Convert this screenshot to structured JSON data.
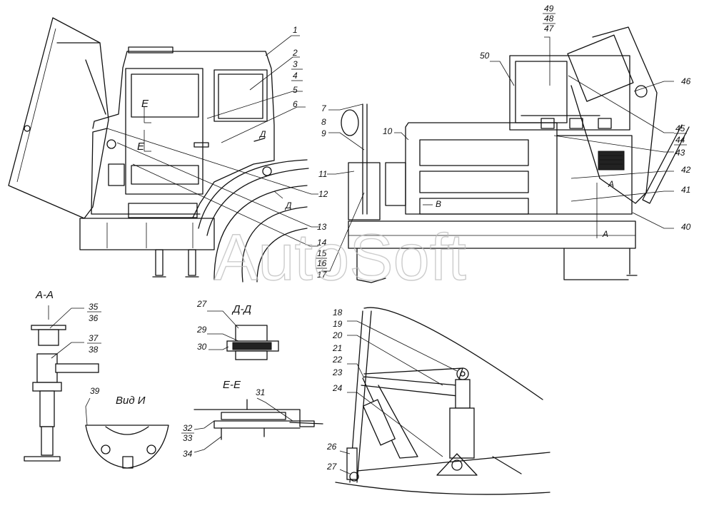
{
  "watermark": "AutoSoft",
  "section_titles": {
    "aa": "А-А",
    "dd": "Д-Д",
    "ee": "Е-Е",
    "vid": "Вид И"
  },
  "view_markers": {
    "e_upper": "Е",
    "e_lower": "Е",
    "d_upper": "Д",
    "d_lower": "Д",
    "a_upper": "А",
    "a_lower": "А",
    "v": "В"
  },
  "callouts": [
    "1",
    "2",
    "3",
    "4",
    "5",
    "6",
    "7",
    "8",
    "9",
    "10",
    "11",
    "12",
    "13",
    "14",
    "15",
    "16",
    "17",
    "18",
    "19",
    "20",
    "21",
    "22",
    "23",
    "24",
    "26",
    "27",
    "27",
    "29",
    "30",
    "31",
    "32",
    "33",
    "34",
    "35",
    "36",
    "37",
    "38",
    "39",
    "40",
    "41",
    "42",
    "43",
    "44",
    "45",
    "46",
    "47",
    "48",
    "49",
    "50"
  ]
}
